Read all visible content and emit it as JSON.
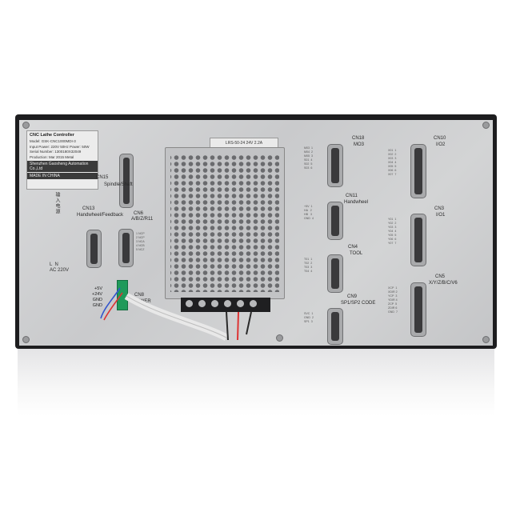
{
  "label_card": {
    "title": "CNC Lathe Controller",
    "rows": [
      "Model: GSK-CNC1000MDI-3",
      "Input Power: 220V 50Hz  Power: 50W",
      "Serial Number: 1300180X32049",
      "Production: Mar 2015  Metal"
    ],
    "company": "Shenzhen Gaosheng Automation Co.,Ltd",
    "origin": "MADE IN CHINA"
  },
  "power_input": {
    "vertical_text": "输入电源",
    "ac_label": "L  N\nAC 220V"
  },
  "connectors": {
    "cn15": {
      "name": "CN15",
      "sub": "Spindle/Shaft"
    },
    "cn13": {
      "name": "CN13",
      "sub": "Handwheel/Feedback"
    },
    "cn6": {
      "name": "CN6",
      "sub": "A/B/Z/R11"
    },
    "cn8": {
      "name": "CN8",
      "sub": "POWER"
    },
    "cn18": {
      "name": "CN18",
      "sub": "MO3"
    },
    "cn11": {
      "name": "CN11",
      "sub": "Handwheel"
    },
    "cn4": {
      "name": "CN4",
      "sub": "TOOL"
    },
    "cn9": {
      "name": "CN9",
      "sub": "SP1/SP2 CODE"
    },
    "cn10": {
      "name": "CN10",
      "sub": "I/O2"
    },
    "cn3": {
      "name": "CN3",
      "sub": "I/O1"
    },
    "cn5": {
      "name": "CN5",
      "sub": "X/Y/Z/B/C/V6"
    }
  },
  "gnd_labels": "+5V\n+24V\nGND\nGND",
  "psu_label": "LRS-50-24  24V 2.2A"
}
